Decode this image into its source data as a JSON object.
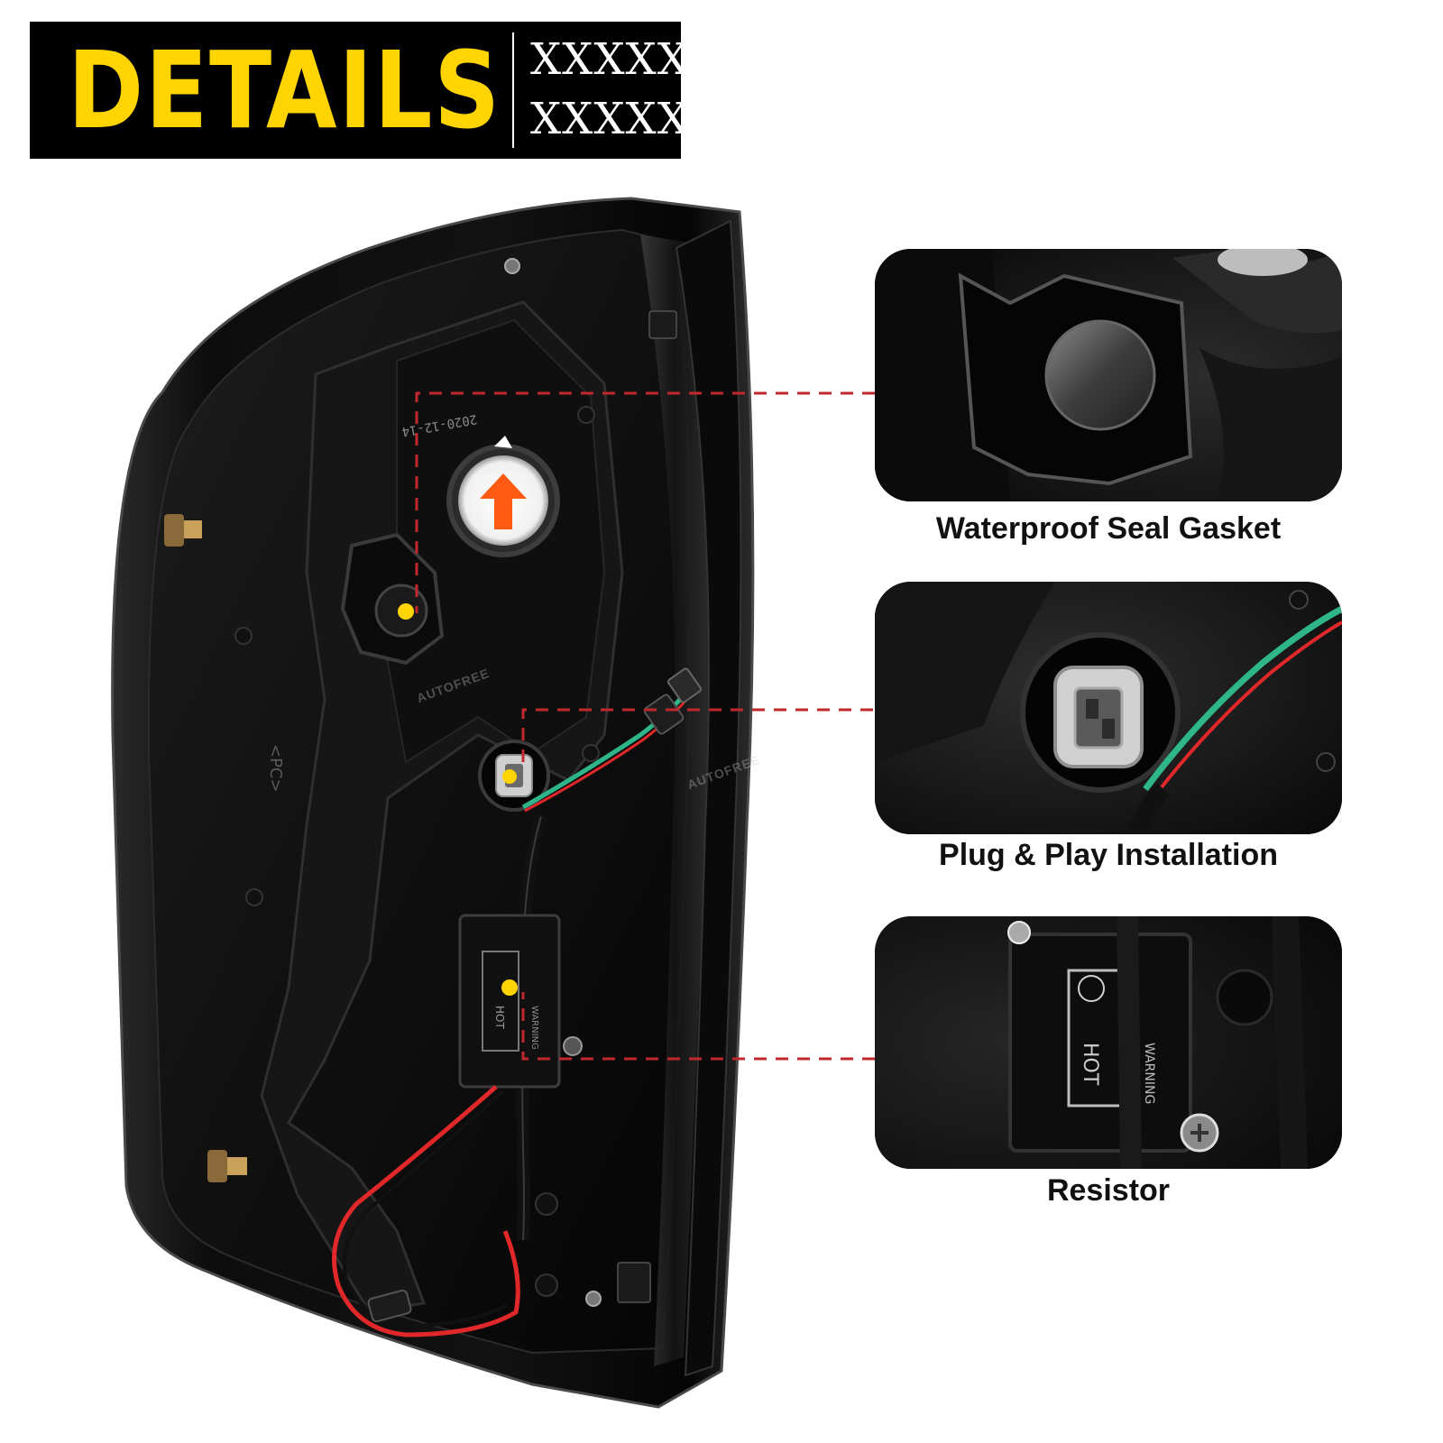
{
  "header": {
    "title": "DETAILS",
    "subtitle_line1": "XXXXX",
    "subtitle_line2": "XXXXX",
    "title_color": "#ffd400",
    "background_color": "#000000"
  },
  "callouts": [
    {
      "label": "Waterproof Seal Gasket"
    },
    {
      "label": "Plug & Play Installation"
    },
    {
      "label": "Resistor"
    }
  ],
  "figure_markings": {
    "date_stamp": "2020-12-14",
    "resistor_text_1": "WARNING",
    "resistor_text_2": "HOT",
    "watermark": "AUTOFREE"
  },
  "colors": {
    "marker_dot": "#ffd400",
    "leader_line": "#c0282d",
    "arrow_orange": "#ff5a14",
    "wire_green": "#2fb58a",
    "wire_red": "#e0282a"
  }
}
